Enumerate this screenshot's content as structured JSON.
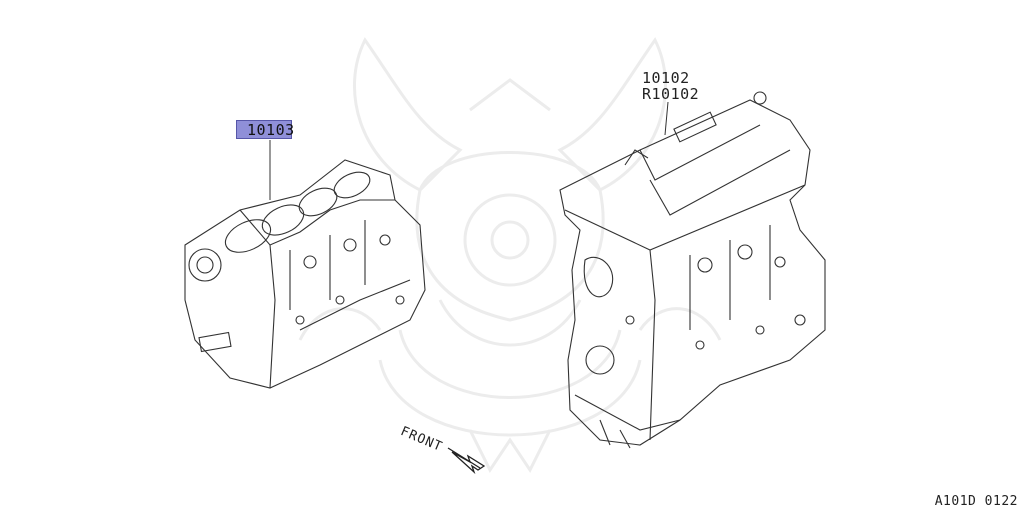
{
  "diagram": {
    "parts": [
      {
        "id": "cylinder-block",
        "number": "10103",
        "highlighted": true
      },
      {
        "id": "engine-assembly",
        "numbers": [
          "10102",
          "R10102"
        ]
      }
    ],
    "direction_label": "FRONT",
    "reference_code": "A101D 0122",
    "highlight_color": "#8f8fd8",
    "line_color": "#333333",
    "watermark_color": "#ececec"
  }
}
